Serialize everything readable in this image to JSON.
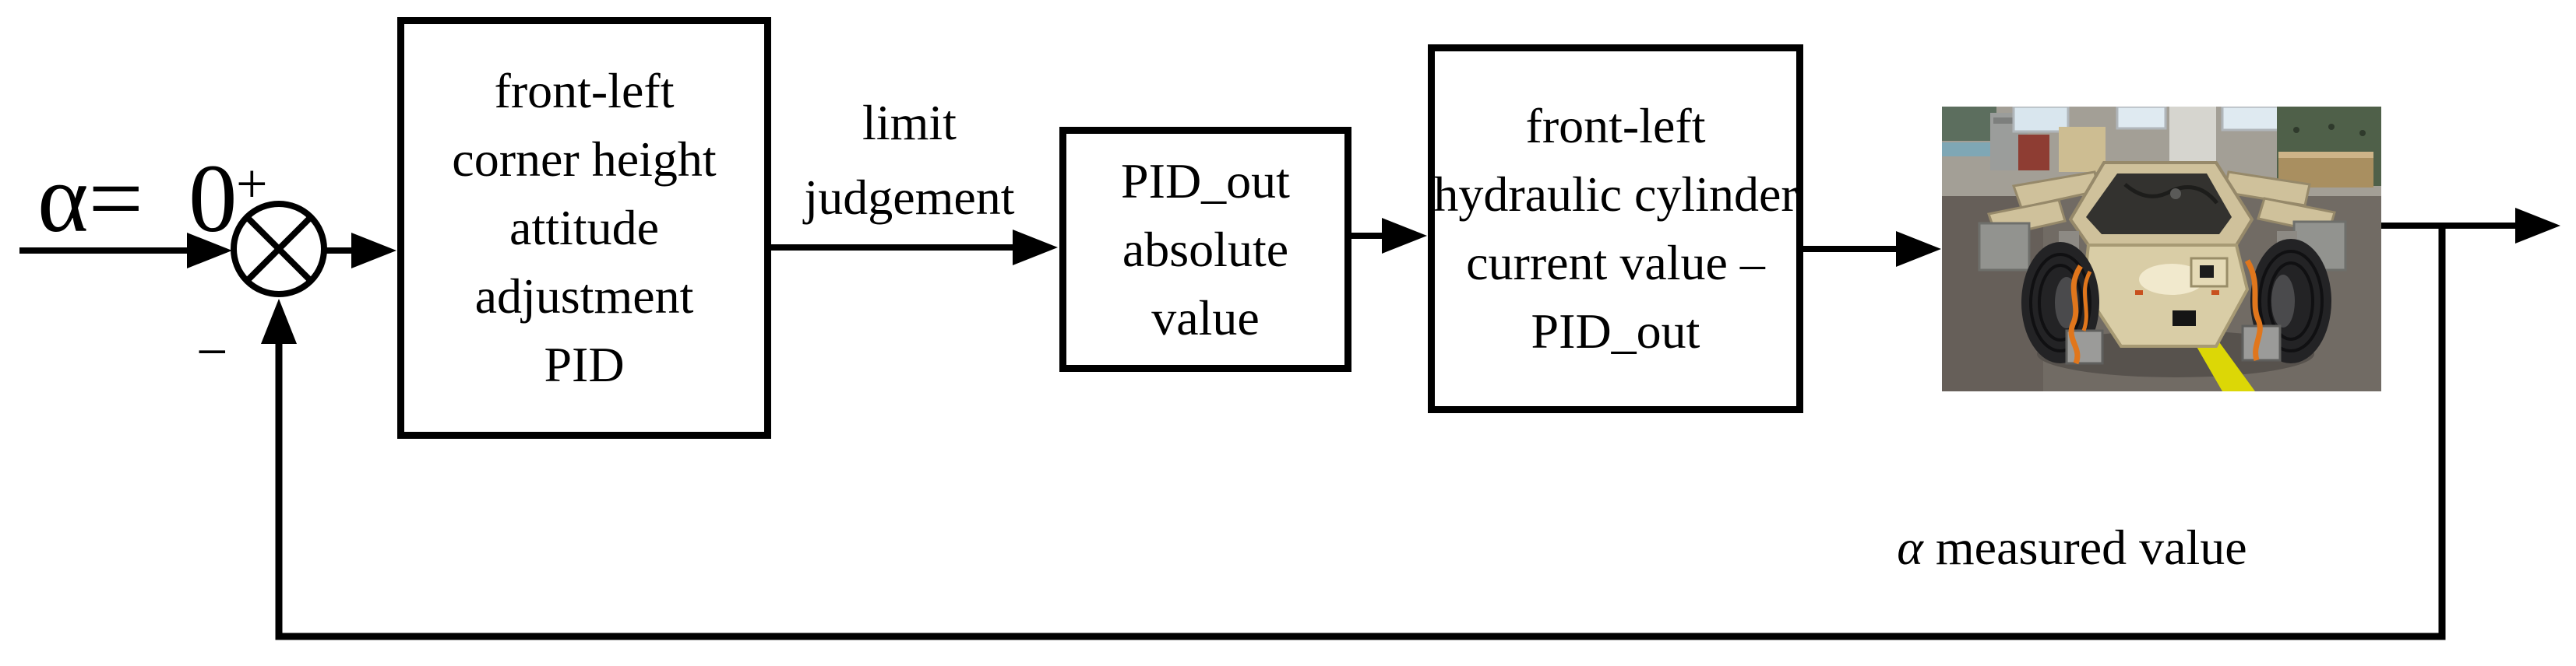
{
  "figure": {
    "setpoint": {
      "symbol": "α=",
      "value": "0"
    },
    "summing_junction": {
      "plus": "+",
      "minus": "−"
    },
    "blocks": [
      {
        "name": "attitude-pid",
        "lines": [
          "front-left",
          "corner height",
          "attitude",
          "adjustment",
          "PID"
        ]
      },
      {
        "name": "absolute-value",
        "lines": [
          "PID_out",
          "absolute",
          "value"
        ]
      },
      {
        "name": "hydraulic-cylinder",
        "lines": [
          "front-left",
          "hydraulic cylinder",
          "current value –",
          "PID_out"
        ]
      }
    ],
    "labels": {
      "limit_judgement": {
        "lines": [
          "limit",
          "judgement"
        ]
      },
      "measured_value": {
        "symbol": "α",
        "text": "measured value"
      }
    },
    "photo": {
      "subject": "prototype vehicle rear view in workshop"
    },
    "colors": {
      "ink": "#000000",
      "background": "#ffffff",
      "vehicle_body": "#d9cda6",
      "cable_orange": "#e0761c",
      "floor": "#716b64",
      "wall_green": "#4f6049",
      "floor_line_yellow": "#dcd706",
      "tire": "#232325"
    }
  }
}
